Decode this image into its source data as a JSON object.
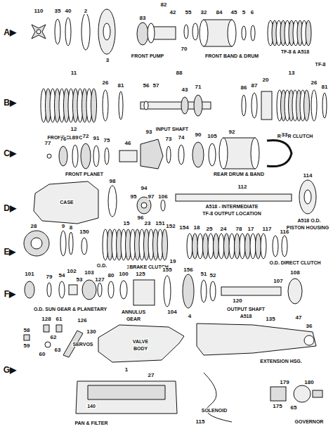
{
  "diagram": {
    "labels": [
      "A▶",
      "110",
      "35",
      "40",
      "2",
      "82",
      "83",
      "42",
      "55",
      "32",
      "84",
      "45",
      "5",
      "6",
      "3",
      "70",
      "FRONT PUMP",
      "FRONT BAND & DRUM",
      "TF-8 & A518",
      "TF-8",
      "B▶",
      "11",
      "26",
      "81",
      "88",
      "56",
      "57",
      "43",
      "71",
      "86",
      "87",
      "20",
      "13",
      "26",
      "81",
      "12",
      "FRONT CLUTCH",
      "INPUT SHAFT",
      "REAR CLUTCH",
      "C▶",
      "77",
      "76",
      "89",
      "72",
      "91",
      "75",
      "46",
      "93",
      "73",
      "74",
      "90",
      "105",
      "92",
      "33",
      "FRONT PLANET",
      "REAR DRUM & BAND",
      "D▶",
      "CASE",
      "98",
      "94",
      "95",
      "97",
      "106",
      "96",
      "112",
      "114",
      "A518 - INTERMEDIATE",
      "TF-8 OUTPUT LOCATION",
      "A518 O.D.",
      "PISTON HOUSING",
      "E▶",
      "28",
      "9",
      "8",
      "150",
      "15",
      "23",
      "151",
      "152",
      "154",
      "18",
      "25",
      "24",
      "78",
      "17",
      "117",
      "116",
      "O.D.",
      "16",
      "BRAKE CLUTCH",
      "19",
      "O.D. DIRECT CLUTCH",
      "F▶",
      "101",
      "79",
      "54",
      "102",
      "53",
      "103",
      "127",
      "80",
      "100",
      "125",
      "155",
      "156",
      "51",
      "52",
      "107",
      "108",
      "104",
      "120",
      "O.D. SUN GEAR & PLANETARY",
      "ANNULUS",
      "GEAR",
      "OUTPUT SHAFT",
      "A518",
      "G▶",
      "58",
      "128",
      "61",
      "126",
      "130",
      "59",
      "62",
      "63",
      "60",
      "SERVOS",
      "VALVE",
      "BODY",
      "4",
      "135",
      "47",
      "36",
      "EXTENSION HSG.",
      "1",
      "27",
      "140",
      "PAN & FILTER",
      "SOLENOID",
      "115",
      "180",
      "179",
      "175",
      "65",
      "GOVERNOR"
    ]
  }
}
